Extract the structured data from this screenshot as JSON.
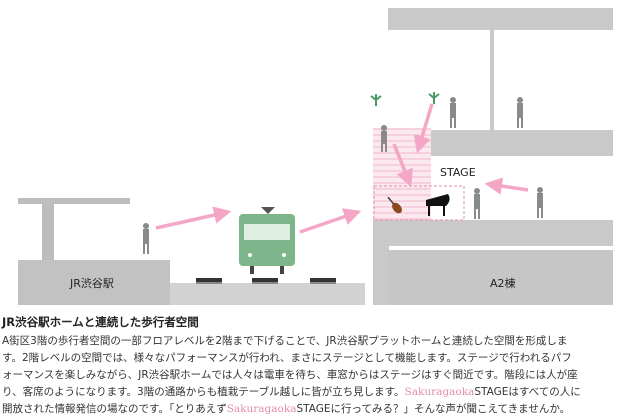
{
  "diagram": {
    "label_station": "JR渋谷駅",
    "label_building": "A2棟",
    "label_stage": "STAGE"
  },
  "caption": {
    "title": "JR渋谷駅ホームと連続した歩行者空間",
    "line1": "A街区3階の歩行者空間の一部フロアレベルを2階まで下げることで、JR渋谷駅プラットホームと連続した空間を形成しま",
    "line2": "す。2階レベルの空間では、様々なパフォーマンスが行われ、まさにステージとして機能します。ステージで行われるパフ",
    "line3": "ォーマンスを楽しみながら、JR渋谷駅ホームでは人々は電車を待ち、車窓からはステージはすぐ間近です。階段には人が座",
    "line4_pre": "り、客席のようになります。3階の通路からも植栽テーブル越しに皆が立ち見します。",
    "brand": "Sakuragaoka",
    "line4_post": "STAGEはすべての人に",
    "line5_pre": "開放された情報発信の場なのです。「とりあえず",
    "line5_post": "STAGEに行ってみる？」そんな声が聞こえてきませんか。"
  },
  "colors": {
    "structure": "#bdbdbd",
    "arrow": "#f4a6c6",
    "train": "#7fb58a",
    "stage_outline": "#e8a0b8"
  }
}
